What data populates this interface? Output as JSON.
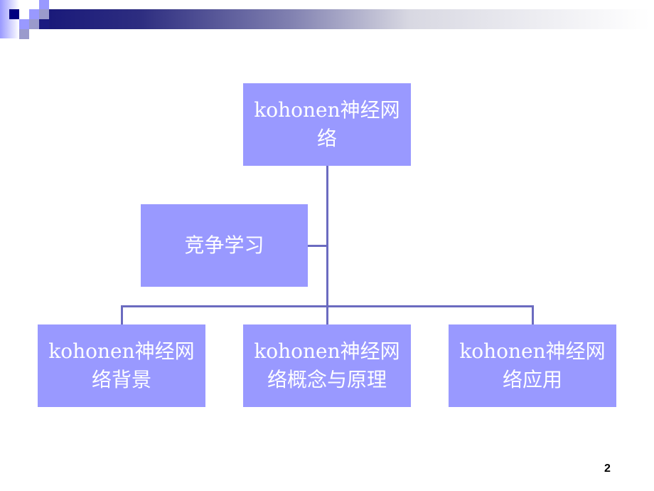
{
  "diagram": {
    "root": "kohonen神经网络",
    "side": "竞争学习",
    "children": [
      "kohonen神经网络背景",
      "kohonen神经网络概念与原理",
      "kohonen神经网络应用"
    ]
  },
  "colors": {
    "box": "#9999ff",
    "line": "#6b6bc0",
    "accent": "#000080"
  },
  "page_number": "2"
}
